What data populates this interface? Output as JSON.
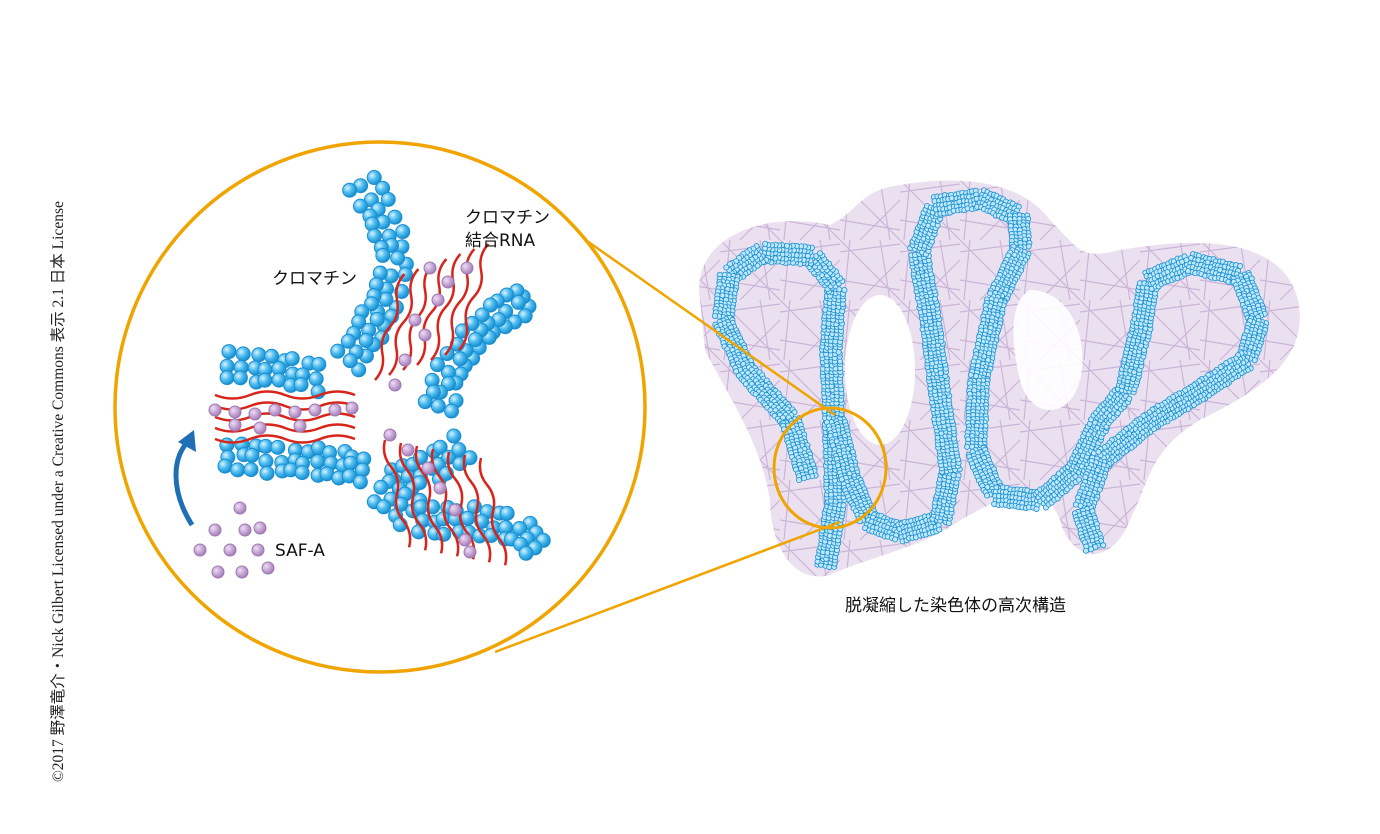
{
  "copyright": "©2017 野澤竜介・Nick Gilbert Licensed under a Creative Commons 表示 2.1 日本 License",
  "labels": {
    "chromatin": "クロマチン",
    "chromatin_rna_line1": "クロマチン",
    "chromatin_rna_line2": "結合RNA",
    "saf_a": "SAF-A",
    "caption": "脱凝縮した染色体の高次構造"
  },
  "colors": {
    "ring": "#f0a400",
    "bead": "#3fb4ea",
    "bead_edge": "#1a8fd0",
    "protein": "#c29fd0",
    "rna": "#d8251c",
    "arrow": "#1f6fb5",
    "matrix": "#e6d8ec"
  }
}
